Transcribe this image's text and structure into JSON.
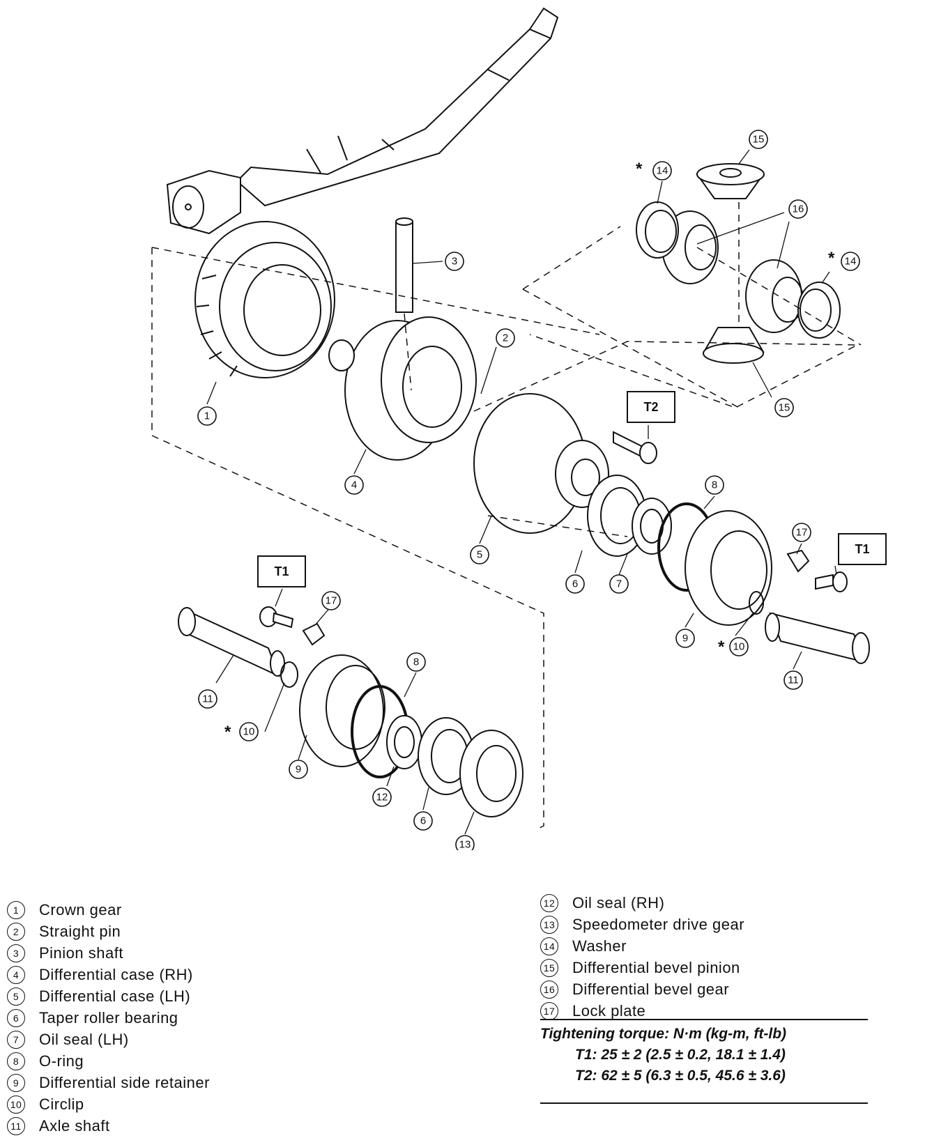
{
  "callouts": {
    "c1": "1",
    "c2": "2",
    "c3": "3",
    "c4": "4",
    "c5": "5",
    "c6a": "6",
    "c6b": "6",
    "c7": "7",
    "c8a": "8",
    "c8b": "8",
    "c9a": "9",
    "c9b": "9",
    "c10a": "10",
    "c10b": "10",
    "c11a": "11",
    "c11b": "11",
    "c12": "12",
    "c13": "13",
    "c14a": "14",
    "c14b": "14",
    "c15a": "15",
    "c15b": "15",
    "c16": "16",
    "c17a": "17",
    "c17b": "17"
  },
  "torque_boxes": {
    "t2": "T2",
    "t1_right": "T1",
    "t1_left": "T1"
  },
  "star_mark": "*",
  "legend_left": [
    {
      "num": "1",
      "label": "Crown gear"
    },
    {
      "num": "2",
      "label": "Straight pin"
    },
    {
      "num": "3",
      "label": "Pinion shaft"
    },
    {
      "num": "4",
      "label": "Differential case (RH)"
    },
    {
      "num": "5",
      "label": "Differential case (LH)"
    },
    {
      "num": "6",
      "label": "Taper roller bearing"
    },
    {
      "num": "7",
      "label": "Oil seal (LH)"
    },
    {
      "num": "8",
      "label": "O-ring"
    },
    {
      "num": "9",
      "label": "Differential side retainer"
    },
    {
      "num": "10",
      "label": "Circlip"
    },
    {
      "num": "11",
      "label": "Axle shaft"
    }
  ],
  "legend_right": [
    {
      "num": "12",
      "label": "Oil seal (RH)"
    },
    {
      "num": "13",
      "label": "Speedometer drive gear"
    },
    {
      "num": "14",
      "label": "Washer"
    },
    {
      "num": "15",
      "label": "Differential bevel pinion"
    },
    {
      "num": "16",
      "label": "Differential bevel gear"
    },
    {
      "num": "17",
      "label": "Lock plate"
    }
  ],
  "torque": {
    "heading": "Tightening torque: N·m (kg-m, ft-lb)",
    "t1": "T1: 25 ± 2 (2.5 ± 0.2, 18.1 ± 1.4)",
    "t2": "T2: 62 ± 5 (6.3 ± 0.5, 45.6 ± 3.6)"
  }
}
